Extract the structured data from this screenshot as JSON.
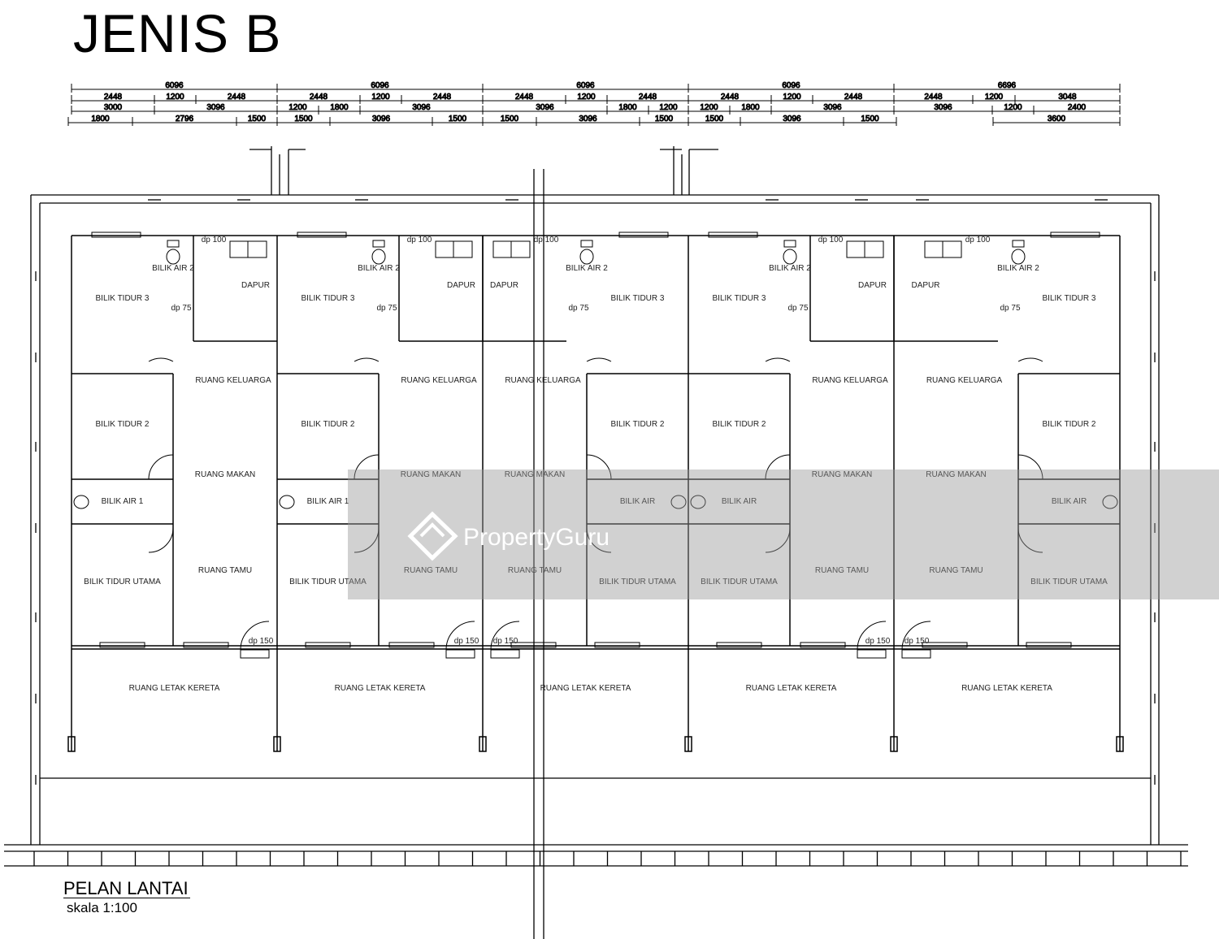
{
  "title": "JENIS B",
  "plan_title": "PELAN LANTAI",
  "plan_scale": "skala 1:100",
  "watermark": "PropertyGuru",
  "dimensions": {
    "row1": [
      "6096",
      "6096",
      "6096",
      "6096",
      "6696"
    ],
    "row2": [
      "2448",
      "1200",
      "2448",
      "2448",
      "1200",
      "2448",
      "2448",
      "1200",
      "2448",
      "2448",
      "1200",
      "2448",
      "2448",
      "1200",
      "3048"
    ],
    "row3": [
      "3000",
      "3096",
      "1200",
      "1800",
      "3096",
      "3096",
      "1800",
      "1200",
      "1200",
      "1800",
      "3096",
      "3096",
      "1200",
      "2400"
    ],
    "row4": [
      "1800",
      "2796",
      "1500",
      "1500",
      "3096",
      "1500",
      "1500",
      "3096",
      "1500",
      "1500",
      "3096",
      "1500",
      "3600"
    ]
  },
  "rooms": {
    "bilik_tidur_3": "BILIK TIDUR 3",
    "bilik_tidur_2": "BILIK TIDUR 2",
    "bilik_tidur_utama": "BILIK TIDUR UTAMA",
    "bilik_air_2": "BILIK AIR 2",
    "bilik_air_1": "BILIK AIR 1",
    "bilik_air": "BILIK AIR",
    "dapur": "DAPUR",
    "ruang_keluarga": "RUANG KELUARGA",
    "ruang_makan": "RUANG MAKAN",
    "ruang_tamu": "RUANG TAMU",
    "ruang_letak_kereta": "RUANG LETAK KERETA"
  },
  "door_tags": {
    "dp100": "dp 100",
    "dp75": "dp 75",
    "dp150": "dp 150"
  }
}
